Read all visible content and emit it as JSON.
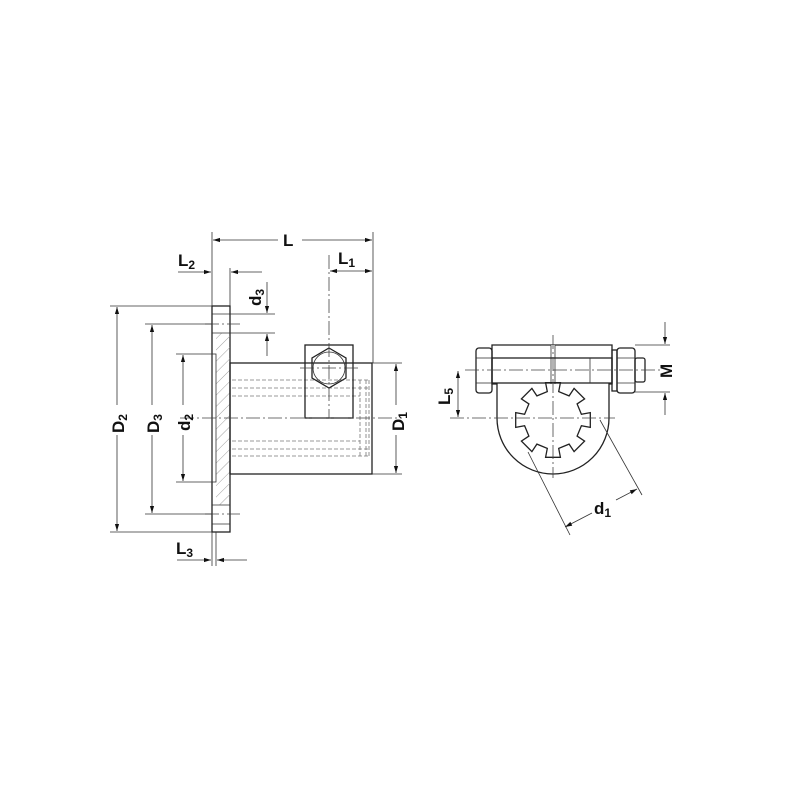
{
  "labels": {
    "L": "L",
    "L1": {
      "main": "L",
      "sub": "1"
    },
    "L2": {
      "main": "L",
      "sub": "2"
    },
    "L3": {
      "main": "L",
      "sub": "3"
    },
    "L5": {
      "main": "L",
      "sub": "5"
    },
    "D1": {
      "main": "D",
      "sub": "1"
    },
    "D2": {
      "main": "D",
      "sub": "2"
    },
    "D3": {
      "main": "D",
      "sub": "3"
    },
    "d1": {
      "main": "d",
      "sub": "1"
    },
    "d2": {
      "main": "d",
      "sub": "2"
    },
    "d3": {
      "main": "d",
      "sub": "3"
    },
    "M": "M"
  }
}
